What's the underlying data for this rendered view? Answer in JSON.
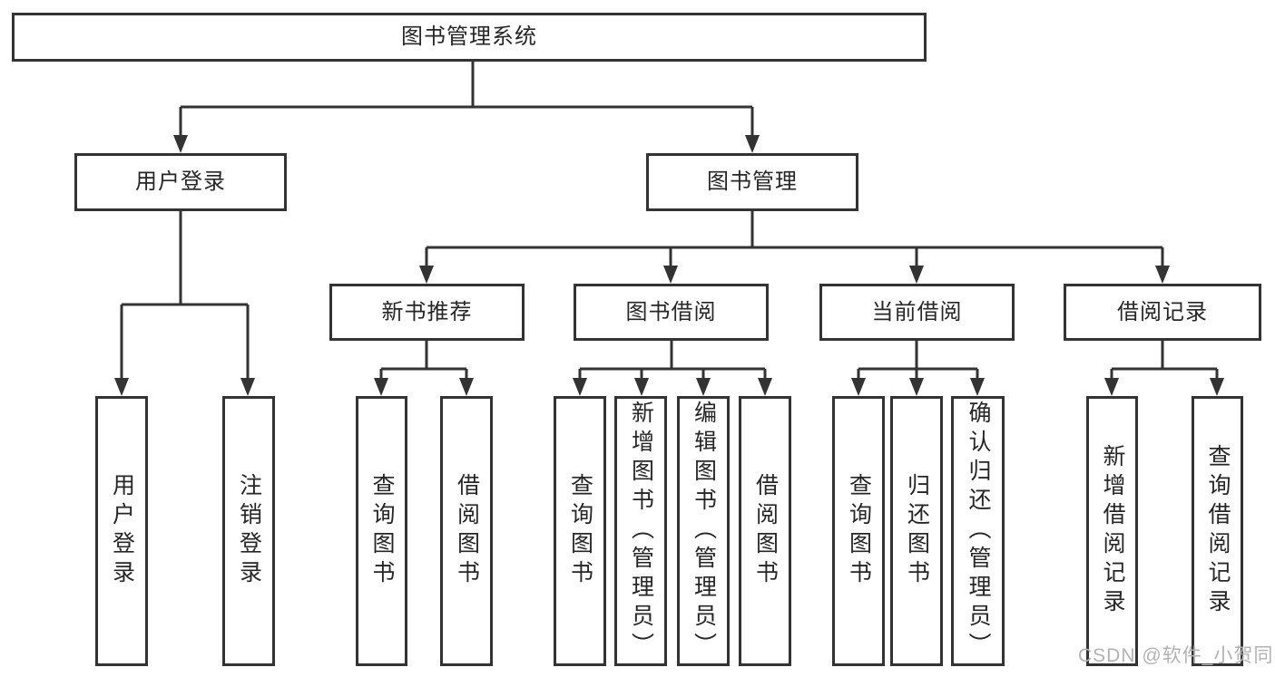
{
  "tree": {
    "label": "图书管理系统",
    "children": [
      {
        "label": "用户登录",
        "children": [
          {
            "label": "用户登录"
          },
          {
            "label": "注销登录"
          }
        ]
      },
      {
        "label": "图书管理",
        "children": [
          {
            "label": "新书推荐",
            "children": [
              {
                "label": "查询图书"
              },
              {
                "label": "借阅图书"
              }
            ]
          },
          {
            "label": "图书借阅",
            "children": [
              {
                "label": "查询图书"
              },
              {
                "label": "新增图书（管理员）"
              },
              {
                "label": "编辑图书（管理员）"
              },
              {
                "label": "借阅图书"
              }
            ]
          },
          {
            "label": "当前借阅",
            "children": [
              {
                "label": "查询图书"
              },
              {
                "label": "归还图书"
              },
              {
                "label": "确认归还（管理员）"
              }
            ]
          },
          {
            "label": "借阅记录",
            "children": [
              {
                "label": "新增借阅记录"
              },
              {
                "label": "查询借阅记录"
              }
            ]
          }
        ]
      }
    ]
  },
  "watermark": "CSDN @软件_小贺同学",
  "colors": {
    "line": "#333333",
    "box_border": "#333333",
    "box_fill": "#ffffff",
    "text": "#262626",
    "watermark": "#b2b2b2"
  }
}
